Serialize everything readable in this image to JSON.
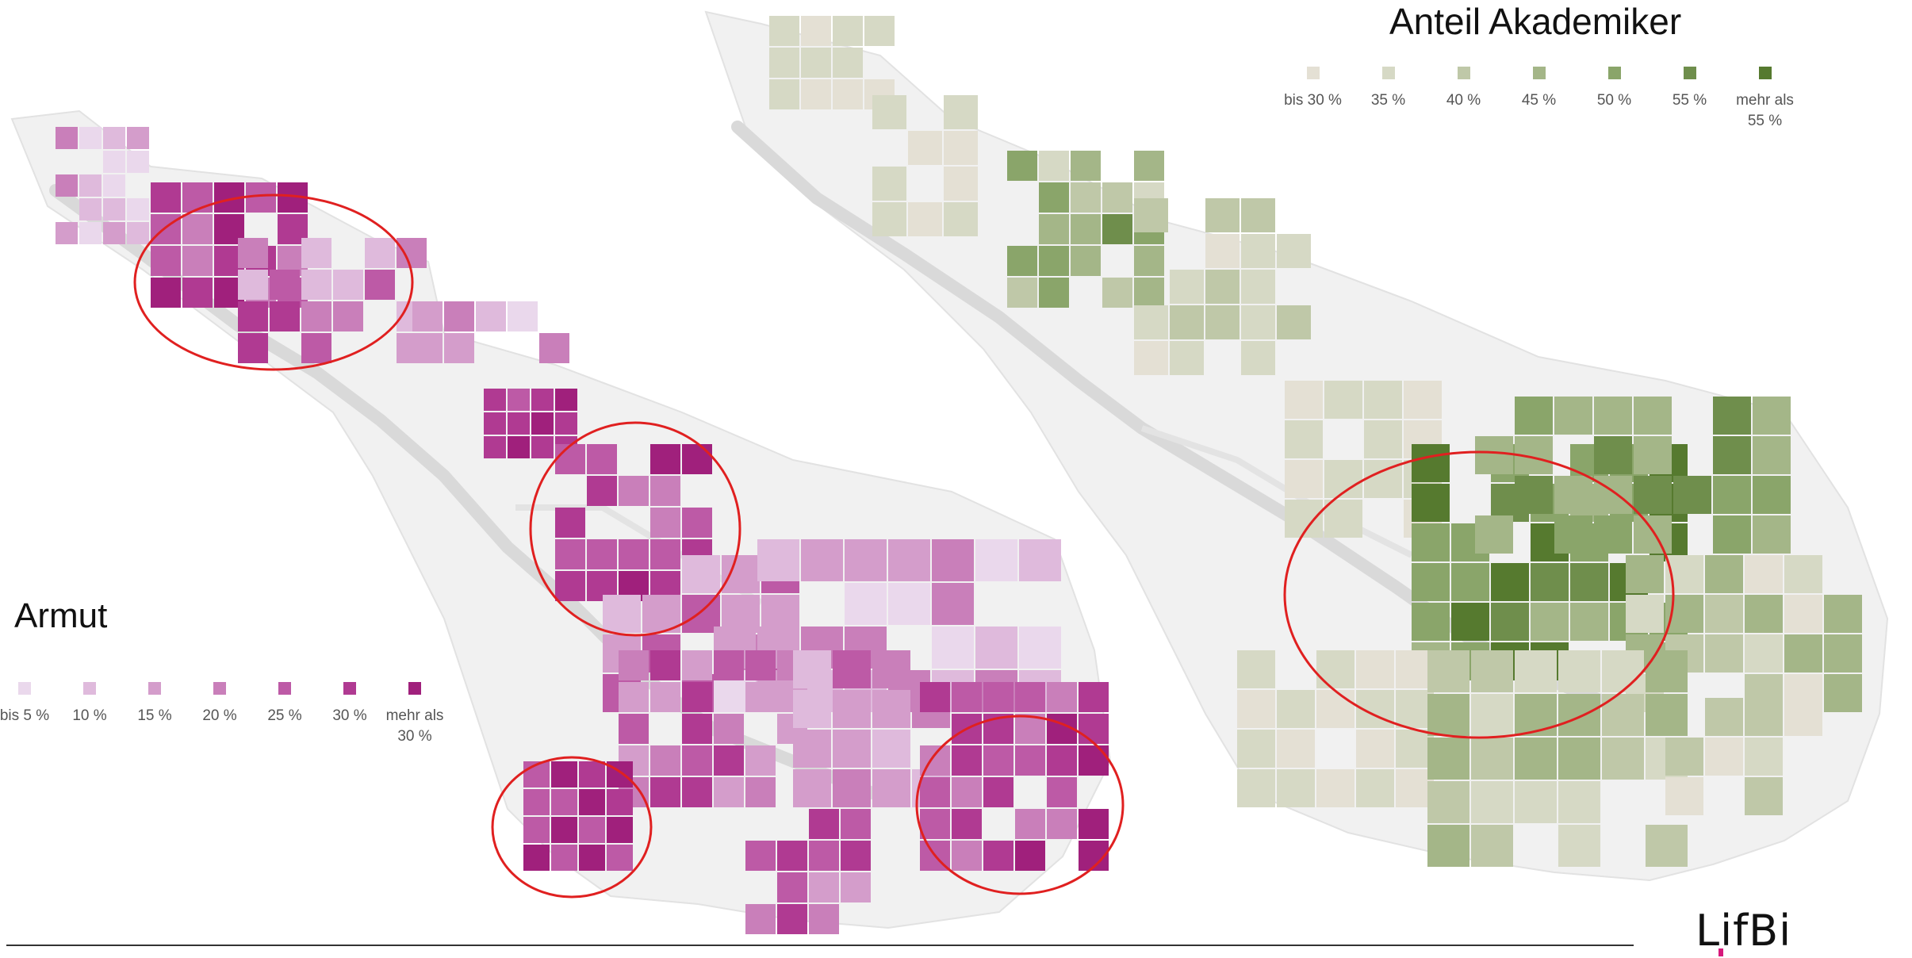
{
  "armut": {
    "title": "Armut",
    "legend": [
      {
        "label": "bis 5 %",
        "color": "#ead8ec"
      },
      {
        "label": "10 %",
        "color": "#dfbadc"
      },
      {
        "label": "15 %",
        "color": "#d49dcb"
      },
      {
        "label": "20 %",
        "color": "#c97fba"
      },
      {
        "label": "25 %",
        "color": "#bd5aa6"
      },
      {
        "label": "30 %",
        "color": "#b03a92"
      },
      {
        "label": "mehr als 30 %",
        "color": "#a0207c"
      }
    ]
  },
  "akademiker": {
    "title": "Anteil Akademiker",
    "legend": [
      {
        "label": "bis 30 %",
        "color": "#e4e0d4"
      },
      {
        "label": "35 %",
        "color": "#d6d9c5"
      },
      {
        "label": "40 %",
        "color": "#bfc8a8"
      },
      {
        "label": "45 %",
        "color": "#a4b688"
      },
      {
        "label": "50 %",
        "color": "#8aa56a"
      },
      {
        "label": "55 %",
        "color": "#6f8e4c"
      },
      {
        "label": "mehr als 55 %",
        "color": "#567a2f"
      }
    ]
  },
  "logo": {
    "text": "LifBi"
  },
  "colors": {
    "highlight": "#e02020",
    "land": "#f1f1f1",
    "river": "#d9d9d9"
  }
}
